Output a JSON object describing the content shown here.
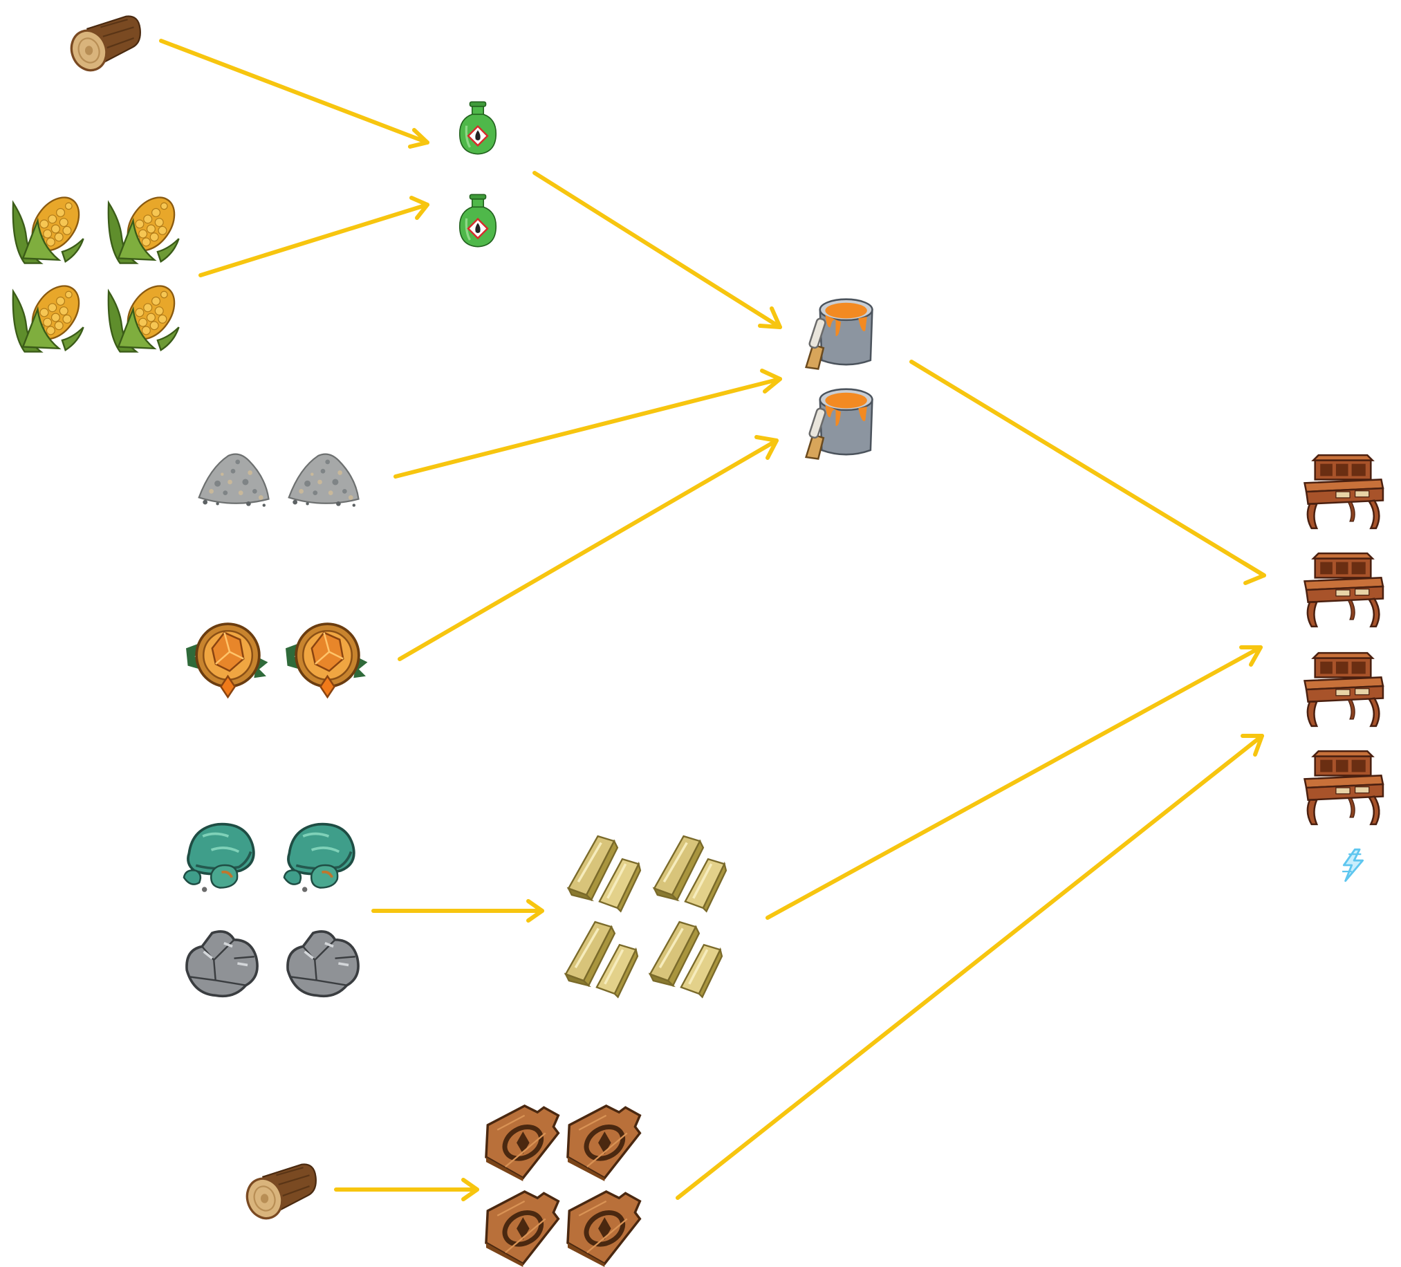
{
  "colors": {
    "arrow": "#F7C50F",
    "log_bark": "#7a4a22",
    "log_face": "#d9b47c",
    "corn_kernel": "#e8a72a",
    "corn_husk": "#6d9a35",
    "bottle_glass": "#4fb84a",
    "paint_can": "#8c95a0",
    "paint": "#f38a22",
    "gravel": "#a6a8a8",
    "amber": "#e8862a",
    "copper_ore": "#3f9e8a",
    "iron_ore": "#8f9296",
    "brass_bar": "#d8c47a",
    "wood_panel": "#b9703a",
    "desk": "#a8532a",
    "energy": "#5ec6ef"
  },
  "recipe": {
    "inputs": [
      {
        "item": "log-icon",
        "count": 1
      },
      {
        "item": "corn-icon",
        "count": 4
      },
      {
        "item": "gravel-icon",
        "count": 2
      },
      {
        "item": "amber-icon",
        "count": 2
      },
      {
        "item": "copper-ore-icon",
        "count": 2
      },
      {
        "item": "iron-ore-icon",
        "count": 2
      },
      {
        "item": "log-icon",
        "count": 1
      }
    ],
    "intermediates": [
      {
        "item": "fuel-bottle-icon",
        "count": 2
      },
      {
        "item": "paint-bucket-icon",
        "count": 2
      },
      {
        "item": "brass-bar-icon",
        "count": 4
      },
      {
        "item": "wood-panel-icon",
        "count": 4
      }
    ],
    "output": {
      "item": "desk-icon",
      "count": 4
    },
    "badge": "energy-icon"
  }
}
